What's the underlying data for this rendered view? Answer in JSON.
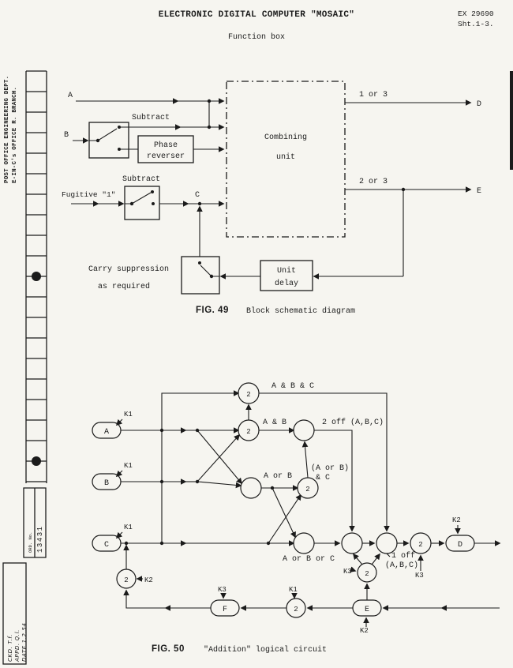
{
  "header": {
    "title": "ELECTRONIC DIGITAL COMPUTER \"MOSAIC\"",
    "subtitle": "Function box",
    "ref": "EX 29690",
    "sheet": "Sht.1-3."
  },
  "margin": {
    "dept1": "POST OFFICE ENGINEERING DEPT.",
    "dept2": "E-IN-C's OFFICE  R. BRANCH.",
    "order_label": "ORD. No.",
    "order_number": "13431",
    "sign1": "CKD. T.f.",
    "sign2": "APPD. Q.l.",
    "sign3": "DATE 1.2.54"
  },
  "fig49": {
    "input_a": "A",
    "input_b": "B",
    "fugitive": "Fugitive \"1\"",
    "subtract1": "Subtract",
    "subtract2": "Subtract",
    "phase1": "Phase",
    "phase2": "reverser",
    "comb1": "Combining",
    "comb2": "unit",
    "node_c": "C",
    "out1": "1 or 3",
    "out2": "2 or 3",
    "node_d": "D",
    "node_e": "E",
    "delay1": "Unit",
    "delay2": "delay",
    "carry1": "Carry suppression",
    "carry2": "as required",
    "caption_fig": "FIG. 49",
    "caption_text": "Block schematic diagram"
  },
  "fig50": {
    "node_a": "A",
    "node_b": "B",
    "node_c": "C",
    "node_d": "D",
    "node_e": "E",
    "node_f": "F",
    "gate": "2",
    "label_abc": "A & B & C",
    "label_ab": "A & B",
    "label_2off": "2 off (A,B,C)",
    "label_aorb": "A or B",
    "label_aorb_c1": "(A or B)",
    "label_aorb_c2": "& C",
    "label_aorboc": "A or B or C",
    "label_1off_1": "1 off",
    "label_1off_2": "(A,B,C)",
    "k1": "K1",
    "k2": "K2",
    "k3": "K3",
    "caption_fig": "FIG. 50",
    "caption_text": "\"Addition\" logical circuit"
  }
}
